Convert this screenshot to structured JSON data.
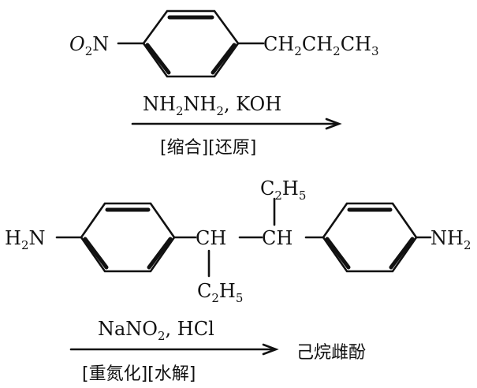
{
  "reactant": {
    "left_group": "O2N",
    "right_group": "CH2CH2CH3"
  },
  "step1": {
    "reagents": "NH2NH2, KOH",
    "conditions": "[缩合][还原]"
  },
  "intermediate": {
    "left_group": "H2N",
    "right_group": "NH2",
    "ch_left": "CH",
    "ch_right": "CH",
    "ethyl_top": "C2H5",
    "ethyl_bottom": "C2H5"
  },
  "step2": {
    "reagents": "NaNO2, HCl",
    "conditions": "[重氮化][水解]",
    "product": "己烷雌酚"
  }
}
